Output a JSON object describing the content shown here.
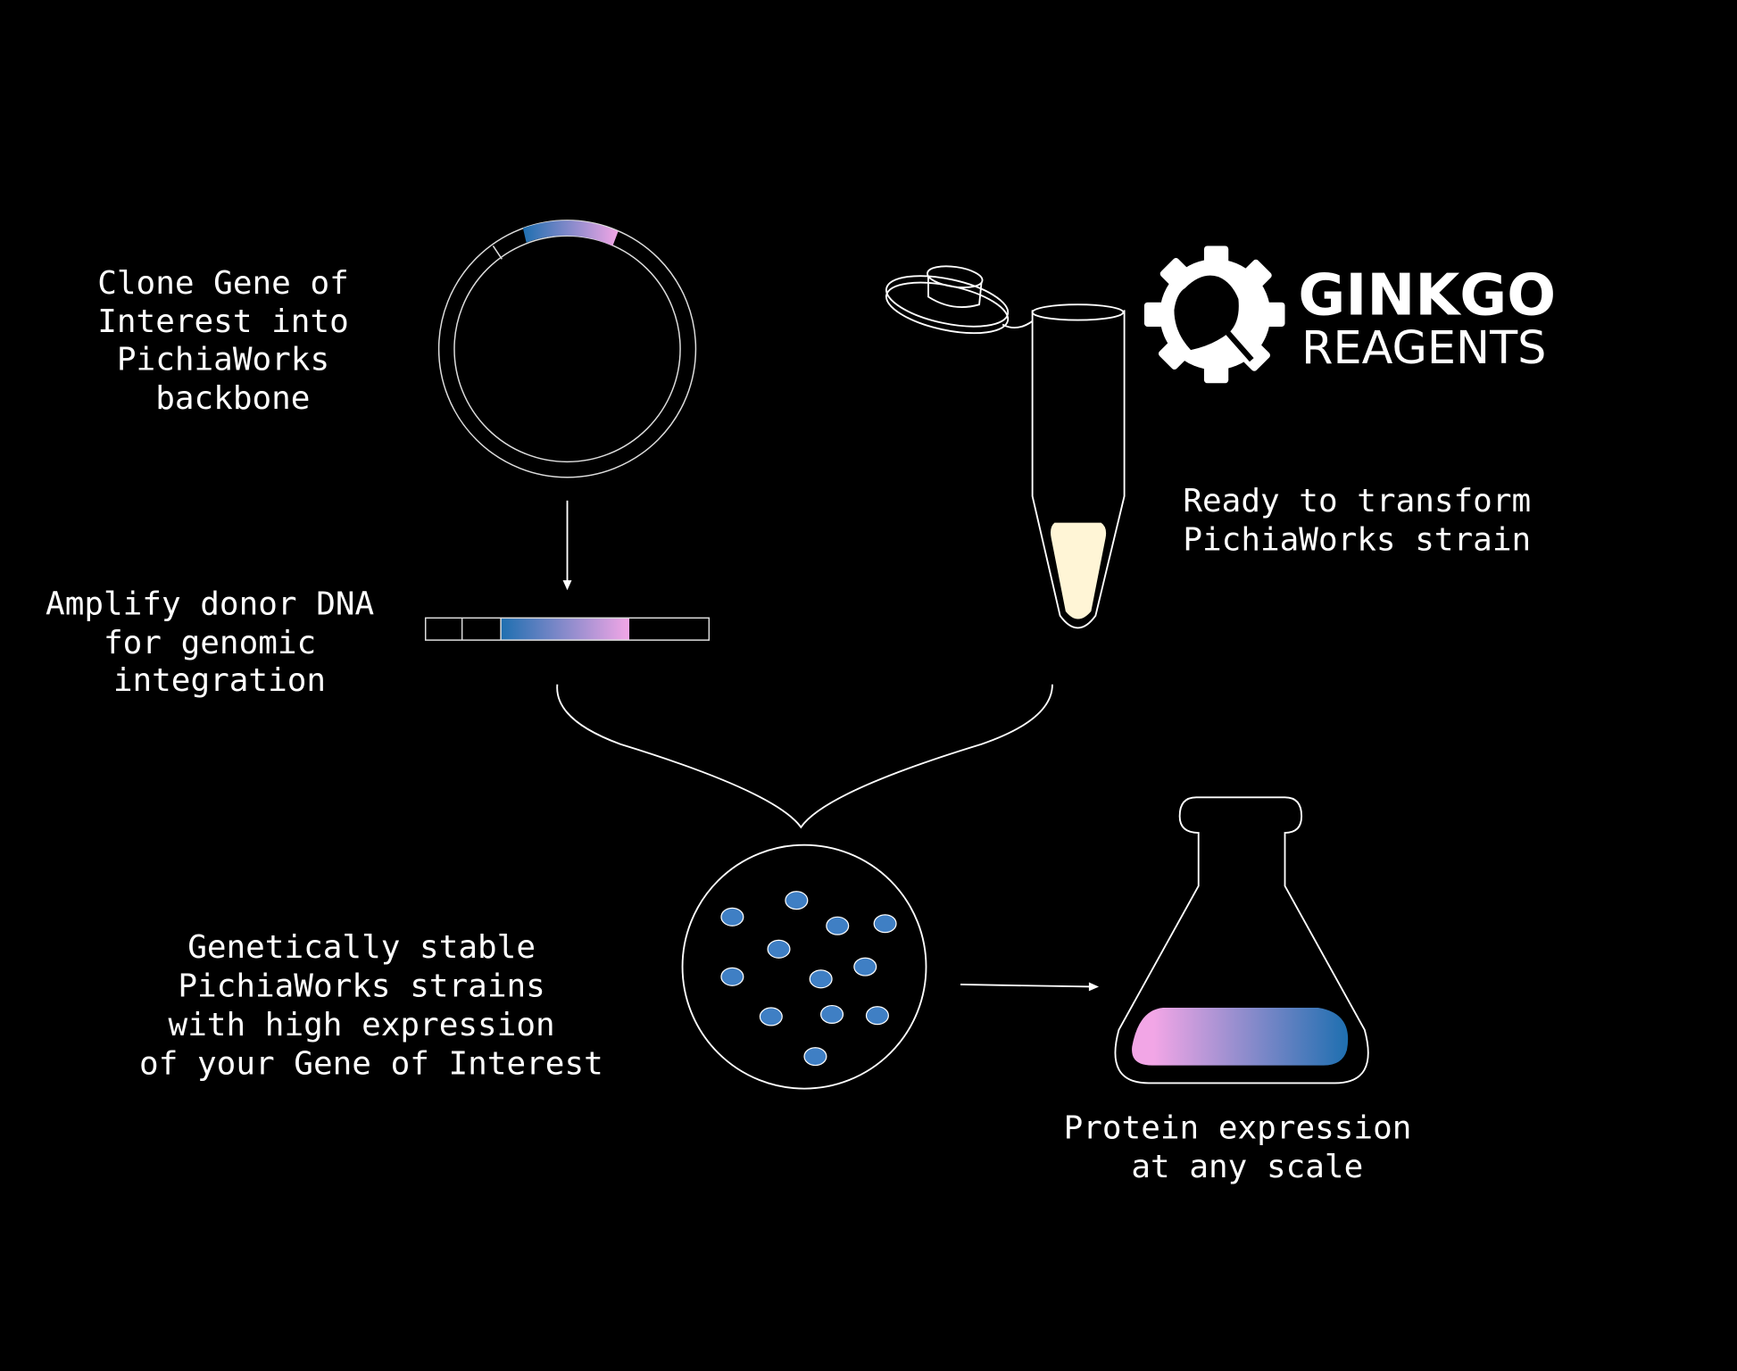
{
  "labels": {
    "clone": [
      "Clone Gene of",
      "Interest into",
      "PichiaWorks",
      "backbone"
    ],
    "amplify": [
      "Amplify donor DNA",
      "for genomic",
      "integration"
    ],
    "ready": [
      "Ready to transform",
      "PichiaWorks strain"
    ],
    "stable": [
      "Genetically stable",
      "PichiaWorks strains",
      "with high expression",
      "of your Gene of Interest"
    ],
    "protein": [
      "Protein expression",
      "at any scale"
    ]
  },
  "logo": {
    "line1": "GINKGO",
    "line2": "REAGENTS",
    "icon": "gear-ginkgo-leaf-icon"
  },
  "colors": {
    "background": "#000000",
    "blue": "#1e6fb0",
    "pink": "#f2a6e6",
    "cream": "#fff5d6",
    "colony": "#3f7fc4"
  }
}
